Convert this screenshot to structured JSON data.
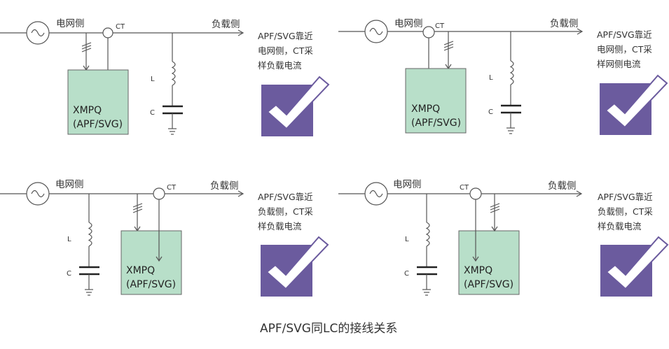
{
  "figure": {
    "caption": "APF/SVG同LC的接线关系",
    "colors": {
      "device_box": "#b8dfc9",
      "check_background": "#6b5b9e",
      "check_mark": "#ffffff",
      "wire": "#555555"
    }
  },
  "panels": [
    {
      "id": "top-left",
      "grid_side_label": "电网侧",
      "load_side_label": "负载侧",
      "ct_label": "CT",
      "inductor_label": "L",
      "capacitor_label": "C",
      "device_line1": "XMPQ",
      "device_line2": "(APF/SVG)",
      "description": [
        "APF/SVG靠近",
        "电网侧，CT采",
        "样负载电流"
      ],
      "status_icon": "check-icon"
    },
    {
      "id": "top-right",
      "grid_side_label": "电网侧",
      "load_side_label": "负载侧",
      "ct_label": "CT",
      "inductor_label": "L",
      "capacitor_label": "C",
      "device_line1": "XMPQ",
      "device_line2": "(APF/SVG)",
      "description": [
        "APF/SVG靠近",
        "电网侧，CT采",
        "样网侧电流"
      ],
      "status_icon": "check-icon"
    },
    {
      "id": "bottom-left",
      "grid_side_label": "电网侧",
      "load_side_label": "负载侧",
      "ct_label": "CT",
      "inductor_label": "L",
      "capacitor_label": "C",
      "device_line1": "XMPQ",
      "device_line2": "(APF/SVG)",
      "description": [
        "APF/SVG靠近",
        "负载侧，CT采",
        "样负载电流"
      ],
      "status_icon": "check-icon"
    },
    {
      "id": "bottom-right",
      "grid_side_label": "电网侧",
      "load_side_label": "负载侧",
      "ct_label": "CT",
      "inductor_label": "L",
      "capacitor_label": "C",
      "device_line1": "XMPQ",
      "device_line2": "(APF/SVG)",
      "description": [
        "APF/SVG靠近",
        "负载侧，CT采",
        "样负载电流"
      ],
      "status_icon": "check-icon"
    }
  ]
}
